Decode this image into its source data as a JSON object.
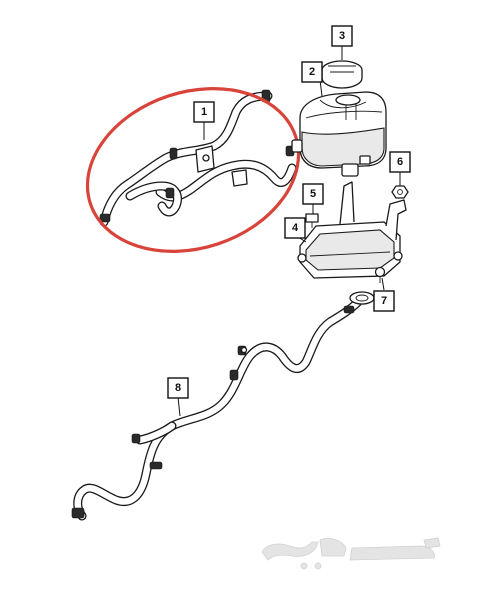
{
  "diagram": {
    "callouts": [
      {
        "id": "1",
        "label": "1"
      },
      {
        "id": "2",
        "label": "2"
      },
      {
        "id": "3",
        "label": "3"
      },
      {
        "id": "4",
        "label": "4"
      },
      {
        "id": "5",
        "label": "5"
      },
      {
        "id": "6",
        "label": "6"
      },
      {
        "id": "7",
        "label": "7"
      },
      {
        "id": "8",
        "label": "8"
      }
    ],
    "highlight_color": "#d9443a",
    "line_color": "#1a1a1a"
  }
}
